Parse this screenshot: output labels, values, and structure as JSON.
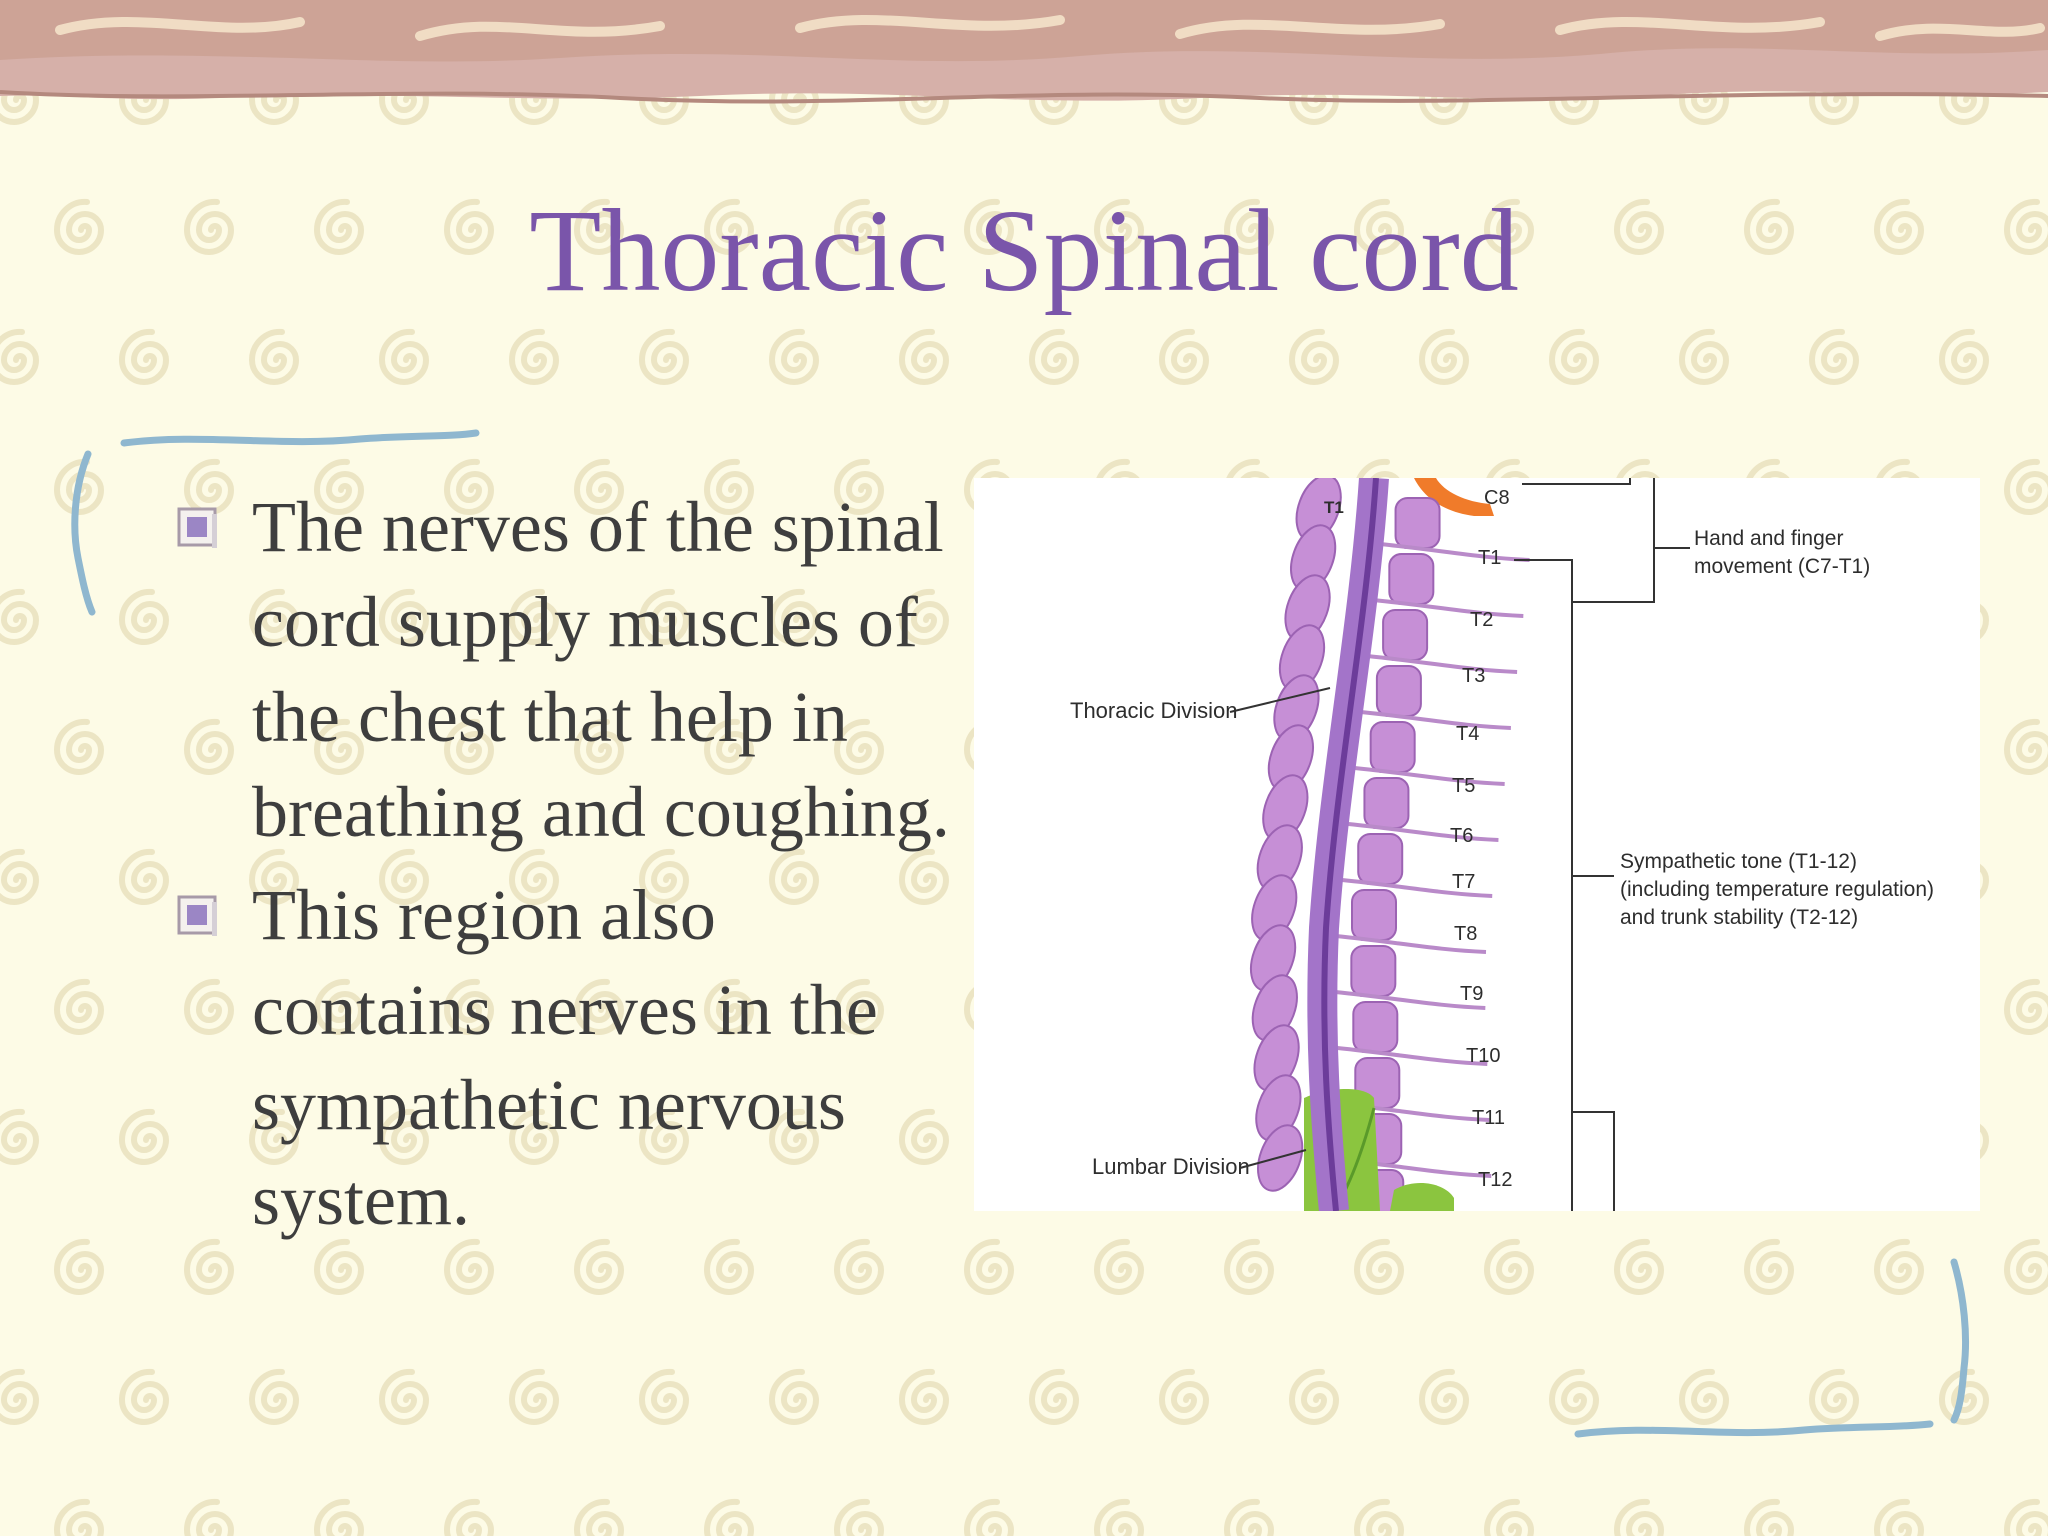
{
  "slide": {
    "title": "Thoracic Spinal cord",
    "bullets": [
      "The nerves of the spinal cord supply muscles of the chest that help in breathing and coughing.",
      "This region also contains nerves in the sympathetic nervous system."
    ]
  },
  "figure": {
    "vertebra_labels": [
      "C8",
      "T1",
      "T2",
      "T3",
      "T4",
      "T5",
      "T6",
      "T7",
      "T8",
      "T9",
      "T10",
      "T11",
      "T12"
    ],
    "top_label": "T1",
    "division_labels": {
      "thoracic": "Thoracic Division",
      "lumbar": "Lumbar Division"
    },
    "function_labels": {
      "hand_line1": "Hand and finger",
      "hand_line2": "movement (C7-T1)",
      "symp_line1": "Sympathetic tone (T1-12)",
      "symp_line2": "(including temperature regulation)",
      "symp_line3": "and trunk stability (T2-12)"
    }
  },
  "colors": {
    "title": "#7a55aa",
    "text": "#3e3e3e",
    "background": "#fdfbe6",
    "vertebra": "#c68fd6",
    "cord": "#7f4ea8",
    "lumbar": "#8bc53f",
    "cervical": "#f07b2a",
    "accent_line": "#8fb7cf"
  }
}
